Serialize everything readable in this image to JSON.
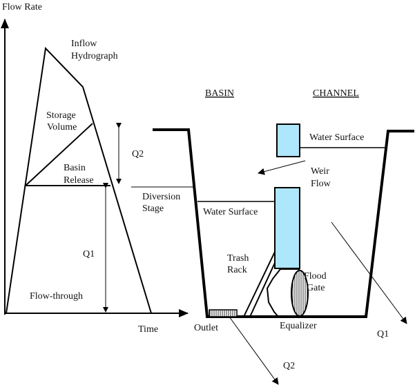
{
  "colors": {
    "line": "#000000",
    "water": "#aee6fb",
    "background": "#ffffff"
  },
  "hydrograph": {
    "y_axis_label": "Flow Rate",
    "x_axis_label": "Time",
    "inflow_label": [
      "Inflow",
      "Hydrograph"
    ],
    "storage_label": [
      "Storage",
      "Volume"
    ],
    "basin_release_label": [
      "Basin",
      "Release"
    ],
    "flow_through_label": "Flow-through",
    "q1_label": "Q1",
    "q2_label": "Q2"
  },
  "structure": {
    "basin_heading": "BASIN",
    "channel_heading": "CHANNEL",
    "diversion_stage_label": [
      "Diversion",
      "Stage"
    ],
    "basin_water_surface_label": "Water Surface",
    "channel_water_surface_label": "Water Surface",
    "weir_flow_label": [
      "Weir",
      "Flow"
    ],
    "trash_rack_label": [
      "Trash",
      "Rack"
    ],
    "flood_gate_label": [
      "Flood",
      "Gate"
    ],
    "outlet_label": "Outlet",
    "equalizer_label": "Equalizer",
    "q1_label": "Q1",
    "q2_label": "Q2"
  }
}
